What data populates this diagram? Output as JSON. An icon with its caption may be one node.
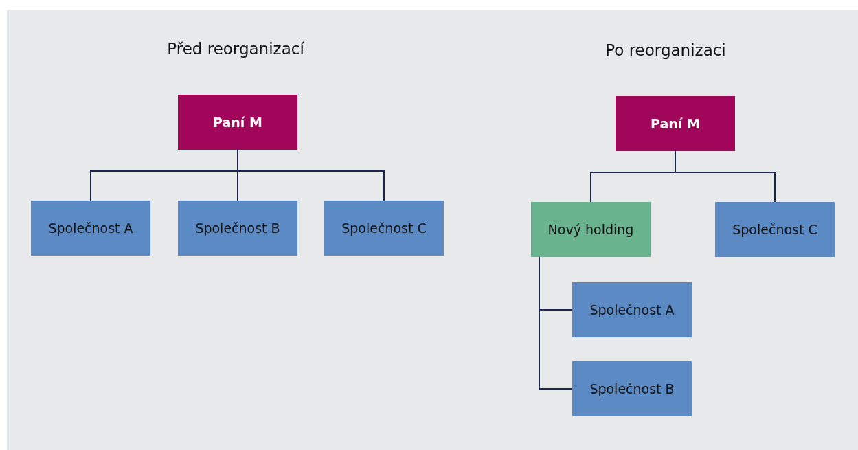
{
  "diagram": {
    "nodes": [
      {
        "text": [
          "Paní M"
        ]
      },
      {
        "text": [
          "Společnost A"
        ]
      },
      {
        "text": [
          "Společnost B"
        ]
      },
      {
        "text": [
          "Společnost C"
        ]
      },
      {
        "text": [
          "Paní M"
        ]
      },
      {
        "text": [
          "Nový holding"
        ]
      },
      {
        "text": [
          "Společnost C"
        ]
      },
      {
        "text": [
          "Společnost A"
        ]
      },
      {
        "text": [
          "Společnost B"
        ]
      }
    ],
    "edges": [
      {
        "from": 0,
        "to": 1,
        "arrow": "none"
      },
      {
        "from": 0,
        "to": 2,
        "arrow": "none"
      },
      {
        "from": 0,
        "to": 3,
        "arrow": "none"
      },
      {
        "from": 4,
        "to": 5,
        "arrow": "none"
      },
      {
        "from": 4,
        "to": 6,
        "arrow": "none"
      },
      {
        "from": 5,
        "to": 7,
        "arrow": "none"
      },
      {
        "from": 5,
        "to": 8,
        "arrow": "none"
      }
    ],
    "labels": [
      "Před reorganizací",
      "Po reorganizaci"
    ]
  }
}
